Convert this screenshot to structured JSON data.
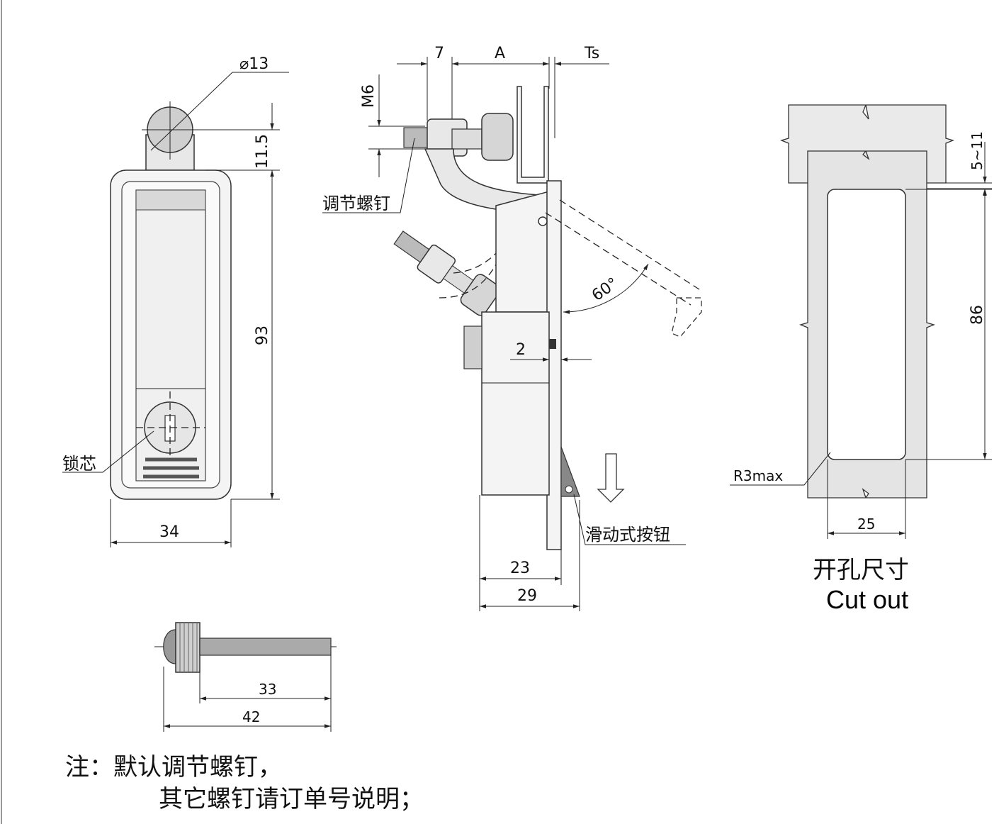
{
  "front_view": {
    "diameter_label": "⌀13",
    "height_knob": "11.5",
    "height_body": "93",
    "width_body": "34",
    "lock_core_label": "锁芯"
  },
  "side_view": {
    "dim_7": "7",
    "dim_A": "A",
    "dim_Ts": "Ts",
    "dim_M6": "M6",
    "adjust_screw_label": "调节螺钉",
    "angle_label": "60°",
    "dim_2": "2",
    "slide_button_label": "滑动式按钮",
    "dim_23": "23",
    "dim_29": "29"
  },
  "cutout": {
    "dim_5_11": "5~11",
    "dim_86": "86",
    "radius_label": "R3max",
    "dim_25": "25",
    "title_cn": "开孔尺寸",
    "title_en": "Cut out"
  },
  "screw_view": {
    "dim_33": "33",
    "dim_42": "42"
  },
  "note": {
    "line1": "注：默认调节螺钉，",
    "line2": "其它螺钉请订单号说明；"
  }
}
